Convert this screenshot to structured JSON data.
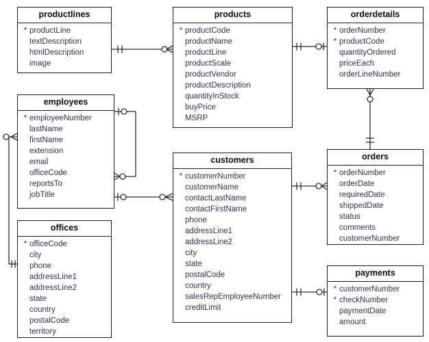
{
  "key_marker": "*",
  "entities": [
    {
      "name": "productlines",
      "fields": [
        {
          "pk": true,
          "label": "productLine"
        },
        {
          "pk": false,
          "label": "textDescription"
        },
        {
          "pk": false,
          "label": "htmlDescription"
        },
        {
          "pk": false,
          "label": "image"
        }
      ]
    },
    {
      "name": "products",
      "fields": [
        {
          "pk": true,
          "label": "productCode"
        },
        {
          "pk": false,
          "label": "productName"
        },
        {
          "pk": false,
          "label": "productLine"
        },
        {
          "pk": false,
          "label": "productScale"
        },
        {
          "pk": false,
          "label": "productVendor"
        },
        {
          "pk": false,
          "label": "productDescription"
        },
        {
          "pk": false,
          "label": "quantityInStock"
        },
        {
          "pk": false,
          "label": "buyPrice"
        },
        {
          "pk": false,
          "label": "MSRP"
        }
      ]
    },
    {
      "name": "orderdetails",
      "fields": [
        {
          "pk": true,
          "label": "orderNumber"
        },
        {
          "pk": true,
          "label": "productCode"
        },
        {
          "pk": false,
          "label": "quantityOrdered"
        },
        {
          "pk": false,
          "label": "priceEach"
        },
        {
          "pk": false,
          "label": "orderLineNumber"
        }
      ]
    },
    {
      "name": "employees",
      "fields": [
        {
          "pk": true,
          "label": "employeeNumber"
        },
        {
          "pk": false,
          "label": "lastName"
        },
        {
          "pk": false,
          "label": "firstName"
        },
        {
          "pk": false,
          "label": "extension"
        },
        {
          "pk": false,
          "label": "email"
        },
        {
          "pk": false,
          "label": "officeCode"
        },
        {
          "pk": false,
          "label": "reportsTo"
        },
        {
          "pk": false,
          "label": "jobTitle"
        }
      ]
    },
    {
      "name": "customers",
      "fields": [
        {
          "pk": true,
          "label": "customerNumber"
        },
        {
          "pk": false,
          "label": "customerName"
        },
        {
          "pk": false,
          "label": "contactLastName"
        },
        {
          "pk": false,
          "label": "contactFirstName"
        },
        {
          "pk": false,
          "label": "phone"
        },
        {
          "pk": false,
          "label": "addressLine1"
        },
        {
          "pk": false,
          "label": "addressLine2"
        },
        {
          "pk": false,
          "label": "city"
        },
        {
          "pk": false,
          "label": "state"
        },
        {
          "pk": false,
          "label": "postalCode"
        },
        {
          "pk": false,
          "label": "country"
        },
        {
          "pk": false,
          "label": "salesRepEmployeeNumber"
        },
        {
          "pk": false,
          "label": "creditLimit"
        }
      ]
    },
    {
      "name": "orders",
      "fields": [
        {
          "pk": true,
          "label": "orderNumber"
        },
        {
          "pk": false,
          "label": "orderDate"
        },
        {
          "pk": false,
          "label": "requiredDate"
        },
        {
          "pk": false,
          "label": "shippedDate"
        },
        {
          "pk": false,
          "label": "status"
        },
        {
          "pk": false,
          "label": "comments"
        },
        {
          "pk": false,
          "label": "customerNumber"
        }
      ]
    },
    {
      "name": "offices",
      "fields": [
        {
          "pk": true,
          "label": "officeCode"
        },
        {
          "pk": false,
          "label": "city"
        },
        {
          "pk": false,
          "label": "phone"
        },
        {
          "pk": false,
          "label": "addressLine1"
        },
        {
          "pk": false,
          "label": "addressLine2"
        },
        {
          "pk": false,
          "label": "state"
        },
        {
          "pk": false,
          "label": "country"
        },
        {
          "pk": false,
          "label": "postalCode"
        },
        {
          "pk": false,
          "label": "territory"
        }
      ]
    },
    {
      "name": "payments",
      "fields": [
        {
          "pk": true,
          "label": "customerNumber"
        },
        {
          "pk": true,
          "label": "checkNumber"
        },
        {
          "pk": false,
          "label": "paymentDate"
        },
        {
          "pk": false,
          "label": "amount"
        }
      ]
    }
  ],
  "relationships": [
    {
      "from": "productlines",
      "to": "products",
      "from_end": "one",
      "to_end": "zero-or-many"
    },
    {
      "from": "products",
      "to": "orderdetails",
      "from_end": "one",
      "to_end": "zero-or-one"
    },
    {
      "from": "orders",
      "to": "orderdetails",
      "from_end": "one",
      "to_end": "zero-or-many"
    },
    {
      "from": "employees",
      "to": "employees",
      "from_end": "zero-or-one",
      "to_end": "zero-or-many"
    },
    {
      "from": "offices",
      "to": "employees",
      "from_end": "one",
      "to_end": "zero-or-many"
    },
    {
      "from": "employees",
      "to": "customers",
      "from_end": "zero-or-one",
      "to_end": "zero-or-many"
    },
    {
      "from": "customers",
      "to": "orders",
      "from_end": "one",
      "to_end": "zero-or-many"
    },
    {
      "from": "customers",
      "to": "payments",
      "from_end": "one",
      "to_end": "zero-or-one"
    }
  ],
  "colors": {
    "background": "#ffffff",
    "entity_border": "#1b1b1b",
    "header_text": "#0d0d0d",
    "field_text": "#30305a",
    "connector_line": "#2b2b2b"
  }
}
